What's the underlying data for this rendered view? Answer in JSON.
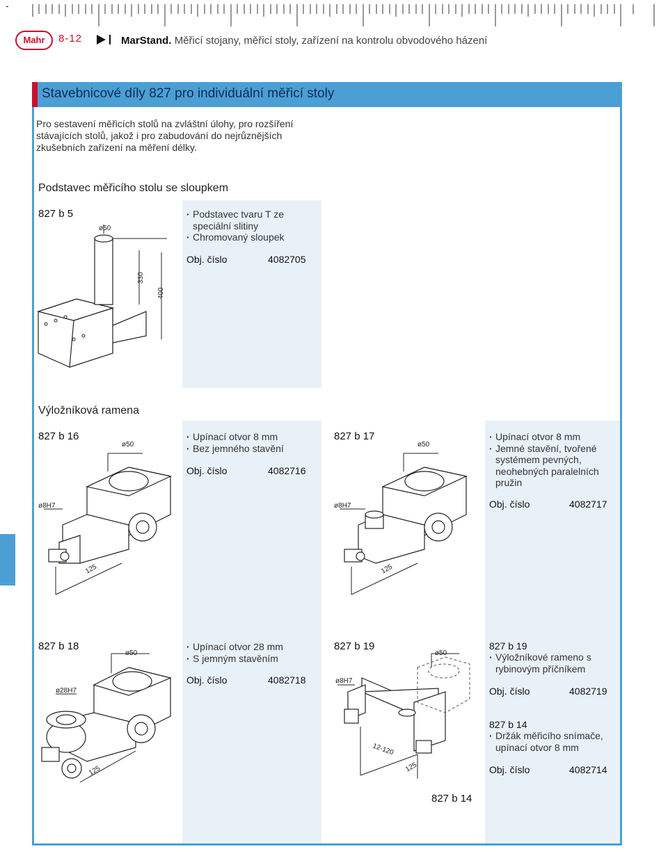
{
  "header": {
    "logo": "Mahr",
    "page_number": "8-12",
    "brand": "MarStand.",
    "subtitle": "Měřicí stojany, měřicí stoly, zařízení na kontrolu obvodového házení",
    "top_mark": "-"
  },
  "section": {
    "title": "Stavebnicové díly 827 pro individuální měřicí stoly",
    "intro": "Pro sestavení měřicích stolů na zvláštní úlohy, pro rozšíření stávajících stolů, jakož i pro zabudování do nejrůznějších zkušebních zařízení na měření délky."
  },
  "base": {
    "heading": "Podstavec měřicího stolu se sloupkem",
    "code": "827 b 5",
    "features": [
      "Podstavec tvaru T ze speciální slitiny",
      "Chromovaný sloupek"
    ],
    "order_label": "Obj. číslo",
    "order_number": "4082705",
    "dims": {
      "d": "ø50",
      "h1": "330",
      "h2": "400"
    }
  },
  "arms": {
    "heading": "Výložníková ramena",
    "items": [
      {
        "code": "827 b 16",
        "features": [
          "Upínací otvor 8 mm",
          "Bez jemného stavění"
        ],
        "order_label": "Obj. číslo",
        "order_number": "4082716",
        "dims": {
          "d": "ø50",
          "hole": "ø8H7",
          "len": "125"
        }
      },
      {
        "code": "827 b 17",
        "features": [
          "Upínací otvor 8 mm",
          "Jemné stavění, tvořené systémem pevných, neohebných paralelních pružin"
        ],
        "order_label": "Obj. číslo",
        "order_number": "4082717",
        "dims": {
          "d": "ø50",
          "hole": "ø8H7",
          "len": "125"
        }
      },
      {
        "code": "827 b 18",
        "features": [
          "Upínací otvor 28 mm",
          "S jemným stavěním"
        ],
        "order_label": "Obj. číslo",
        "order_number": "4082718",
        "dims": {
          "d": "ø50",
          "hole": "ø28H7",
          "len": "125"
        }
      },
      {
        "code": "827 b 19",
        "desc_code": "827 b 19",
        "features": [
          "Výložníkové rameno s rybinovým příčníkem"
        ],
        "order_label": "Obj. číslo",
        "order_number": "4082719",
        "dims": {
          "d": "ø50",
          "hole": "ø8H7",
          "range": "12-120",
          "len": "125"
        },
        "callout": "827 b 14"
      },
      {
        "code": "827 b 14",
        "features": [
          "Držák měřicího snímače, upínací otvor 8 mm"
        ],
        "order_label": "Obj. číslo",
        "order_number": "4082714"
      }
    ]
  }
}
